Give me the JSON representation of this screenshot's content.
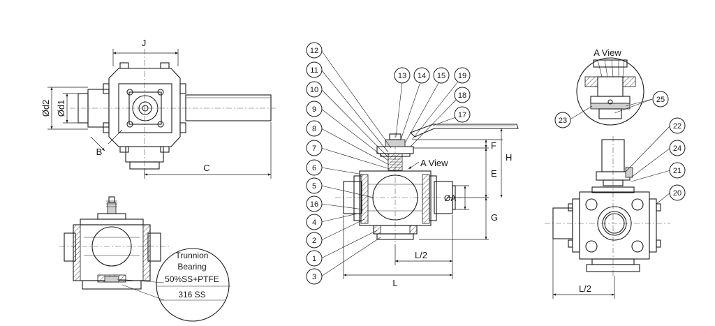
{
  "dimensions": {
    "J": "J",
    "C": "C",
    "B": "B",
    "d1": "Ød1",
    "d2": "Ød2",
    "F": "F",
    "E": "E",
    "H": "H",
    "G": "G",
    "A": "ØA",
    "L_half_mid": "L/2",
    "L_mid": "L",
    "L_half_right": "L/2"
  },
  "labels": {
    "a_view_detail": "A View",
    "a_view_arrow": "A View"
  },
  "callout": {
    "line1": "Trunnion",
    "line2": "Bearing",
    "line3": "50%SS+PTFE",
    "line4": "316 SS"
  },
  "balloons": {
    "b12": "12",
    "b11": "11",
    "b10": "10",
    "b9": "9",
    "b8": "8",
    "b7": "7",
    "b6": "6",
    "b5": "5",
    "b16": "16",
    "b4": "4",
    "b2": "2",
    "b1": "1",
    "b3": "3",
    "b13": "13",
    "b14": "14",
    "b15": "15",
    "b19": "19",
    "b18": "18",
    "b17": "17",
    "b23": "23",
    "b25": "25",
    "b22": "22",
    "b24": "24",
    "b21": "21",
    "b20": "20"
  }
}
